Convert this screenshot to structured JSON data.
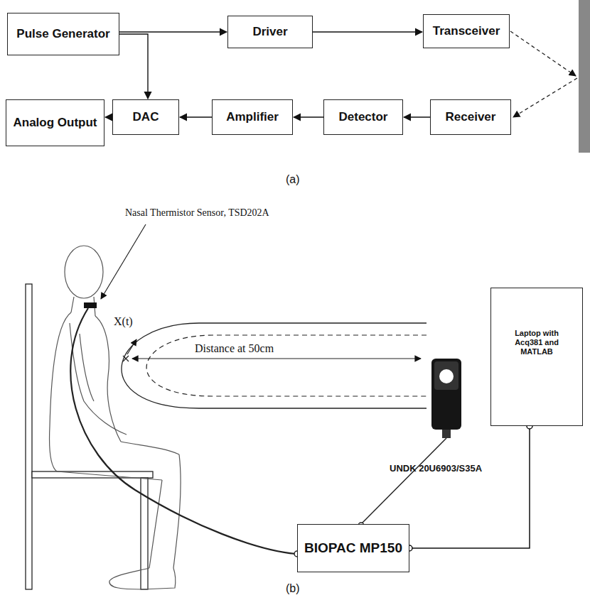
{
  "diagram": {
    "nodes": [
      {
        "text": [
          "Pulse Generator"
        ]
      },
      {
        "text": [
          "Driver"
        ]
      },
      {
        "text": [
          "Transceiver"
        ]
      },
      {
        "text": [
          "Analog Output"
        ]
      },
      {
        "text": [
          "DAC"
        ]
      },
      {
        "text": [
          "Amplifier"
        ]
      },
      {
        "text": [
          "Detector"
        ]
      },
      {
        "text": [
          "Receiver"
        ]
      },
      {
        "text": [
          "Laptop with Acq381 and MATLAB"
        ]
      },
      {
        "text": [
          "BIOPAC MP150"
        ]
      }
    ],
    "edges": [
      {
        "from": 0,
        "to": 1,
        "arrow": "to"
      },
      {
        "from": 1,
        "to": 2,
        "arrow": "to"
      },
      {
        "from": 0,
        "to": 4,
        "arrow": "to"
      },
      {
        "from": 7,
        "to": 6,
        "arrow": "to"
      },
      {
        "from": 6,
        "to": 5,
        "arrow": "to"
      },
      {
        "from": 5,
        "to": 4,
        "arrow": "to"
      },
      {
        "from": 4,
        "to": 3,
        "arrow": "to"
      },
      {
        "from": 9,
        "to": 8,
        "arrow": "none"
      }
    ],
    "labels": [
      "(a)",
      "Nasal Thermistor Sensor, TSD202A",
      "X(t)",
      "Distance at 50cm",
      "UNDK 20U6903/S35A",
      "(b)"
    ]
  }
}
